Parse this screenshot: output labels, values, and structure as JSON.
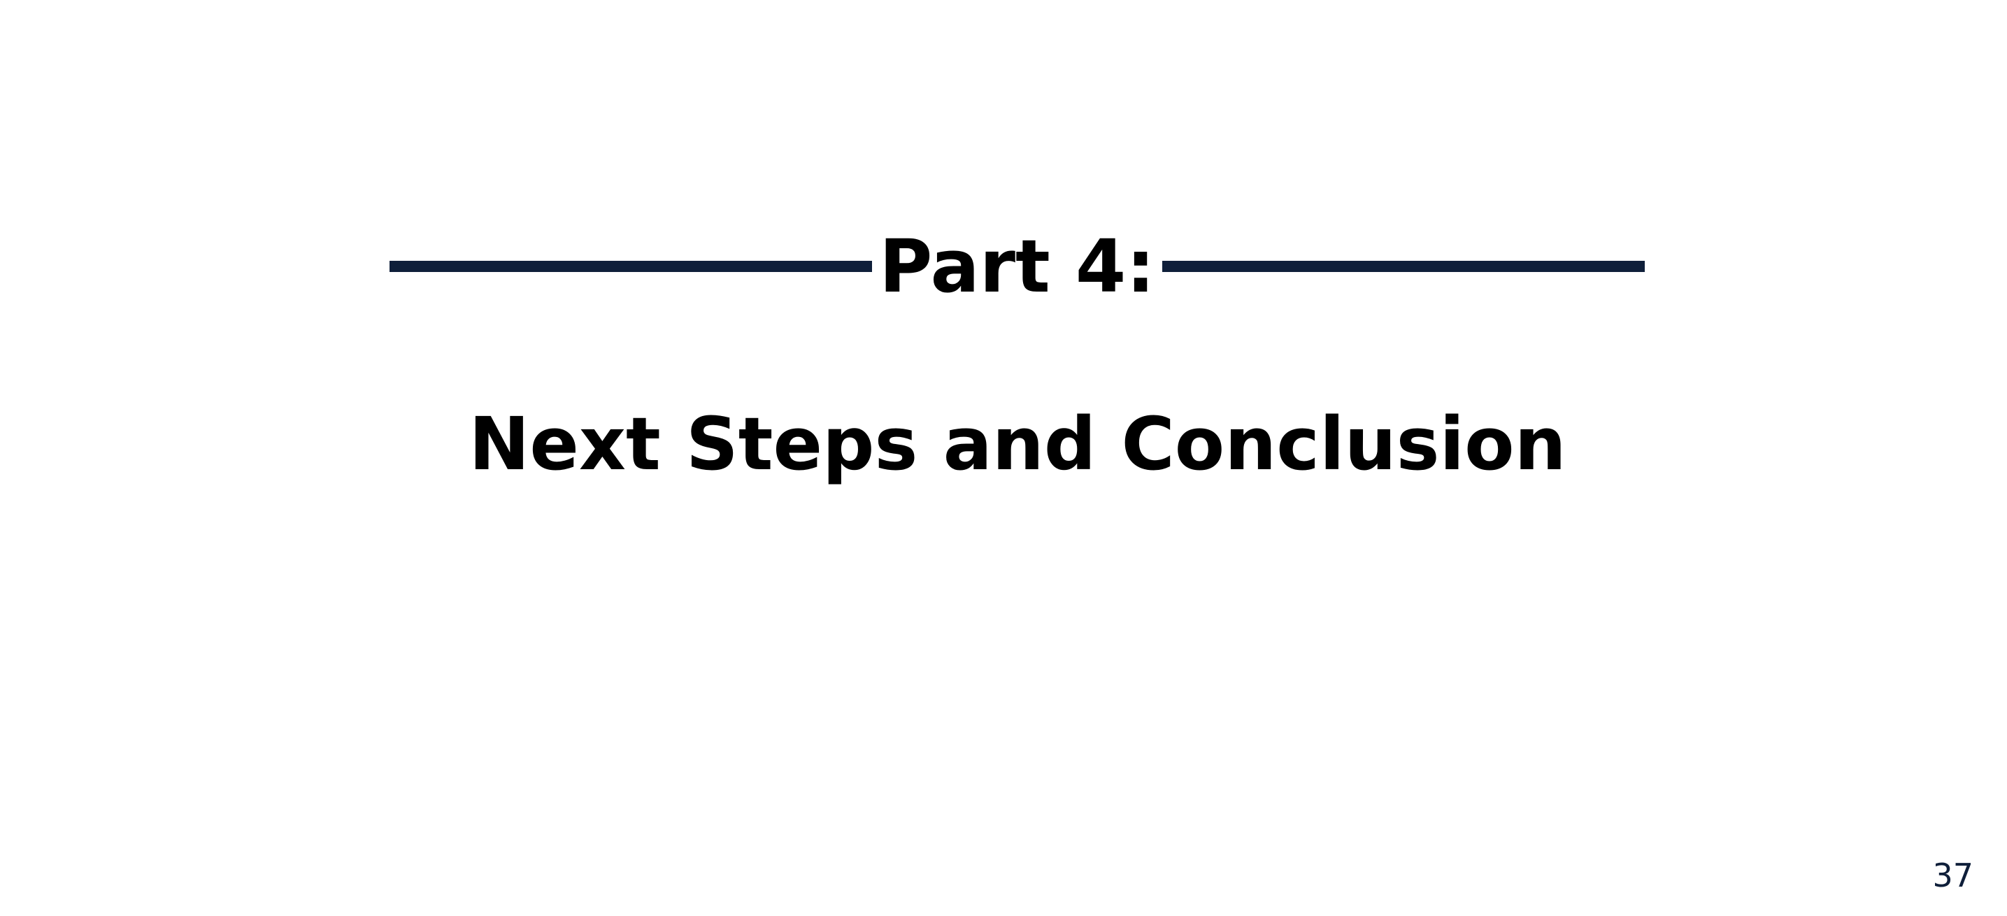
{
  "slide": {
    "part_label": "Part 4:",
    "title": "Next Steps and Conclusion",
    "page_number": "37"
  },
  "colors": {
    "accent": "#0f1f3a",
    "text": "#000000",
    "background": "#ffffff"
  }
}
